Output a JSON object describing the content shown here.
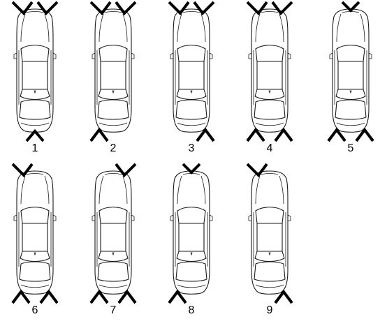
{
  "cars": [
    {
      "label": "1",
      "marks": [
        "front-left",
        "front-right",
        "rear-center"
      ]
    },
    {
      "label": "2",
      "marks": [
        "front-left",
        "front-right",
        "rear-left"
      ]
    },
    {
      "label": "3",
      "marks": [
        "front-left",
        "front-right",
        "rear-right"
      ]
    },
    {
      "label": "4",
      "marks": [
        "front-left",
        "front-right",
        "rear-left",
        "rear-right"
      ]
    },
    {
      "label": "5",
      "marks": [
        "front-center",
        "rear-left",
        "rear-right"
      ]
    },
    {
      "label": "6",
      "marks": [
        "front-left",
        "rear-left",
        "rear-right"
      ]
    },
    {
      "label": "7",
      "marks": [
        "front-right",
        "rear-left",
        "rear-right"
      ]
    },
    {
      "label": "8",
      "marks": [
        "front-center",
        "rear-left"
      ]
    },
    {
      "label": "9",
      "marks": [
        "front-left",
        "rear-right"
      ]
    }
  ]
}
